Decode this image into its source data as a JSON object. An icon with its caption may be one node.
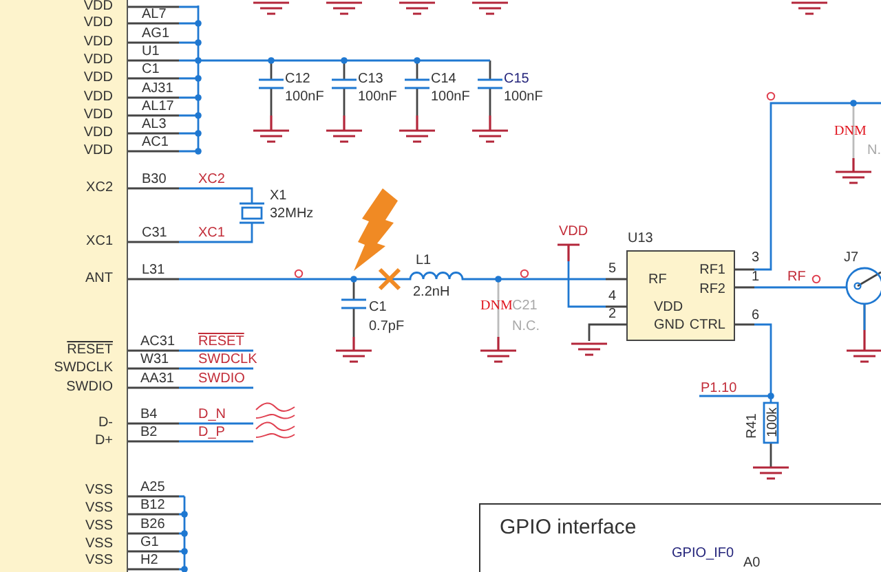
{
  "diagram": {
    "nodes": [
      {
        "text": [
          "VDD",
          "VDD",
          "VDD",
          "VDD",
          "VDD",
          "VDD",
          "VDD",
          "VDD",
          "VDD",
          "XC2",
          "XC1",
          "ANT",
          "RESET",
          "SWDCLK",
          "SWDIO",
          "D-",
          "D+",
          "VSS",
          "VSS",
          "VSS",
          "VSS",
          "VSS"
        ]
      },
      {
        "text": [
          "RF",
          "VDD",
          "GND",
          "RF1",
          "RF2",
          "CTRL"
        ],
        "beside": [
          "U13"
        ]
      },
      {
        "text": [
          "GPIO interface"
        ]
      }
    ],
    "labels": [
      "AL7",
      "AG1",
      "U1",
      "C1",
      "AJ31",
      "AL17",
      "AL3",
      "AC1",
      "B30",
      "XC2",
      "C31",
      "XC1",
      "L31",
      "C12",
      "100nF",
      "C13",
      "100nF",
      "C14",
      "100nF",
      "C15",
      "100nF",
      "X1",
      "32MHz",
      "C1",
      "0.7pF",
      "L1",
      "2.2nH",
      "DNM",
      "C21",
      "N.C.",
      "VDD",
      "5",
      "4",
      "2",
      "3",
      "1",
      "6",
      "RF",
      "J7",
      "DNM",
      "N.",
      "P1.10",
      "R41",
      "100k",
      "AC31",
      "RESET",
      "W31",
      "SWDCLK",
      "AA31",
      "SWDIO",
      "B4",
      "D_N",
      "B2",
      "D_P",
      "A25",
      "B12",
      "B26",
      "G1",
      "H2",
      "GPIO_IF0",
      "A0"
    ]
  }
}
